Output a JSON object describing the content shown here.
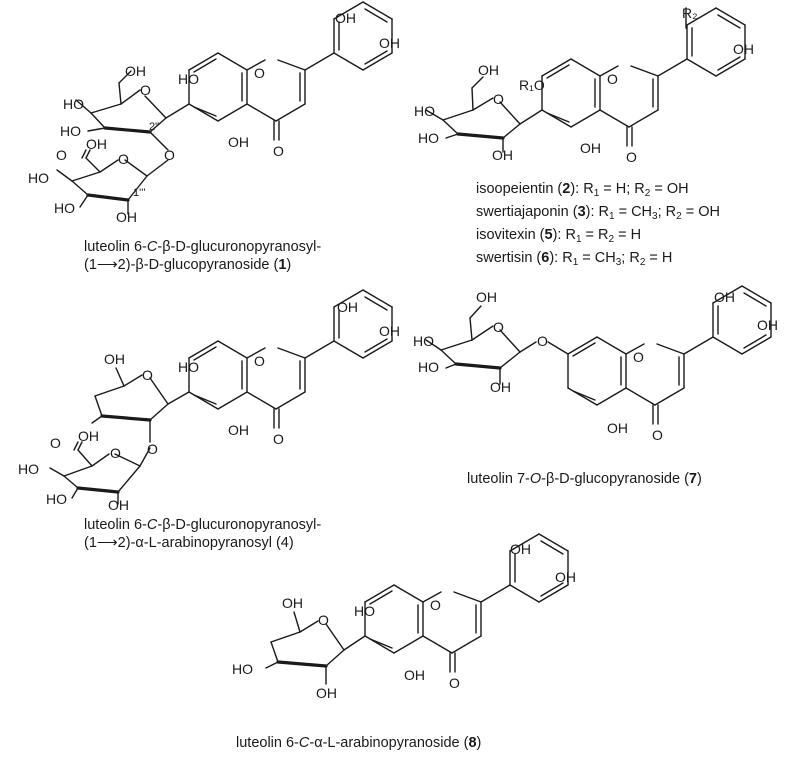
{
  "atoms": {
    "oh": "OH",
    "ho": "HO",
    "o": "O",
    "r1o": "R₁O",
    "r2": "R₂",
    "pos_2pp": "2\"",
    "pos_1ppp": "1'''"
  },
  "captions": {
    "c1_line1_a": "luteolin 6-",
    "c1_line1_c": "C",
    "c1_line1_b": "-β-D-glucuronopyranosyl-",
    "c1_line2_a": "(1⟶2)-β-D-glucopyranoside (",
    "c1_num": "1",
    "c1_line2_b": ")",
    "c2_a": "isoореientin (",
    "c2_num": "2",
    "c2_b": "): R",
    "c2_c": " = H; R",
    "c2_d": " = OH",
    "c3_a": "swertiajaponin (",
    "c3_num": "3",
    "c3_b": "): R",
    "c3_c": " = CH",
    "c3_d": "; R",
    "c3_e": " = OH",
    "c5_a": "isovitexin (",
    "c5_num": "5",
    "c5_b": "): R",
    "c5_c": " = R",
    "c5_d": " = H",
    "c6_a": "swertisin (",
    "c6_num": "6",
    "c6_b": "): R",
    "c6_c": " = CH",
    "c6_d": "; R",
    "c6_e": " = H",
    "c4_line1_a": "luteolin 6-",
    "c4_line1_c": "C",
    "c4_line1_b": "-β-D-glucuronopyranosyl-",
    "c4_line2": "(1⟶2)-α-L-arabinopyranosyl (4)",
    "c7_a": "luteolin 7-",
    "c7_o": "O",
    "c7_b": "-β-D-glucopyranoside (",
    "c7_num": "7",
    "c7_c": ")",
    "c8_a": "luteolin 6-",
    "c8_c": "C",
    "c8_b": "-α-L-arabinopyranoside (",
    "c8_num": "8",
    "c8_d": ")",
    "sub1": "1",
    "sub2": "2",
    "sub3": "3"
  }
}
